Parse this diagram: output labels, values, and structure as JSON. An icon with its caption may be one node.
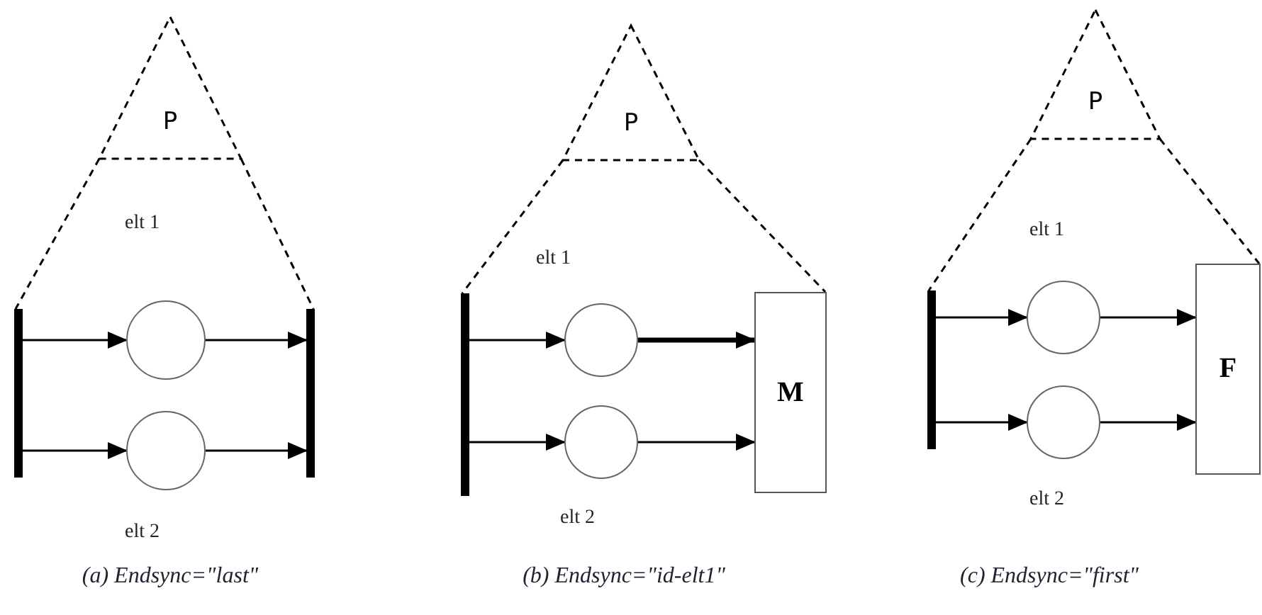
{
  "diagram": {
    "nodes": [
      {
        "text": [
          "P"
        ]
      },
      {
        "text": [],
        "shape": "bar"
      },
      {
        "text": [],
        "shape": "circle",
        "beside": [
          "elt 1"
        ]
      },
      {
        "text": [],
        "shape": "circle",
        "beside": [
          "elt 2"
        ]
      },
      {
        "text": [],
        "shape": "bar"
      },
      {
        "text": [
          "P"
        ]
      },
      {
        "text": [],
        "shape": "bar"
      },
      {
        "text": [],
        "shape": "circle",
        "beside": [
          "elt 1"
        ]
      },
      {
        "text": [],
        "shape": "circle",
        "beside": [
          "elt 2"
        ]
      },
      {
        "text": [
          "M"
        ]
      },
      {
        "text": [
          "P"
        ]
      },
      {
        "text": [],
        "shape": "bar"
      },
      {
        "text": [],
        "shape": "circle",
        "beside": [
          "elt 1"
        ]
      },
      {
        "text": [],
        "shape": "circle",
        "beside": [
          "elt 2"
        ]
      },
      {
        "text": [
          "F"
        ]
      }
    ],
    "edges": [
      {
        "from": 0,
        "to": 1,
        "arrow": "none",
        "style": "dashed"
      },
      {
        "from": 0,
        "to": 4,
        "arrow": "none",
        "style": "dashed"
      },
      {
        "from": 1,
        "to": 2,
        "arrow": "to"
      },
      {
        "from": 1,
        "to": 3,
        "arrow": "to"
      },
      {
        "from": 2,
        "to": 4,
        "arrow": "to"
      },
      {
        "from": 3,
        "to": 4,
        "arrow": "to"
      },
      {
        "from": 5,
        "to": 6,
        "arrow": "none",
        "style": "dashed"
      },
      {
        "from": 5,
        "to": 9,
        "arrow": "none",
        "style": "dashed"
      },
      {
        "from": 6,
        "to": 7,
        "arrow": "to"
      },
      {
        "from": 6,
        "to": 8,
        "arrow": "to"
      },
      {
        "from": 7,
        "to": 9,
        "arrow": "to",
        "style": "thick"
      },
      {
        "from": 8,
        "to": 9,
        "arrow": "to"
      },
      {
        "from": 10,
        "to": 11,
        "arrow": "none",
        "style": "dashed"
      },
      {
        "from": 10,
        "to": 14,
        "arrow": "none",
        "style": "dashed"
      },
      {
        "from": 11,
        "to": 12,
        "arrow": "to"
      },
      {
        "from": 11,
        "to": 13,
        "arrow": "to"
      },
      {
        "from": 12,
        "to": 14,
        "arrow": "to"
      },
      {
        "from": 13,
        "to": 14,
        "arrow": "to"
      }
    ],
    "labels": [
      "(a) Endsync=\"last\"",
      "(b) Endsync=\"id-elt1\"",
      "(c) Endsync=\"first\""
    ]
  }
}
